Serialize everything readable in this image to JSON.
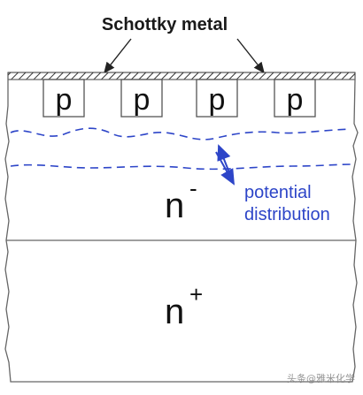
{
  "diagram": {
    "metal_label": "Schottky metal",
    "p_regions": [
      {
        "label": "p"
      },
      {
        "label": "p"
      },
      {
        "label": "p"
      },
      {
        "label": "p"
      }
    ],
    "n_minus": {
      "base": "n",
      "sup": "-"
    },
    "n_plus": {
      "base": "n",
      "sup": "+"
    },
    "potential_label_line1": "potential",
    "potential_label_line2": "distribution",
    "watermark": "头条@雅米化学",
    "colors": {
      "outline": "#555555",
      "text": "#1a1a1a",
      "potential": "#2d45c8"
    }
  }
}
